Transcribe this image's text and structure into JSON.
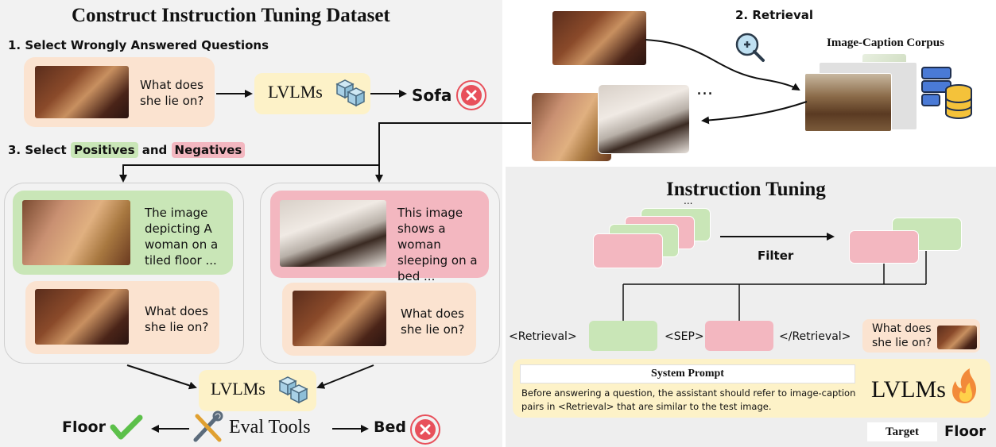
{
  "left": {
    "title": "Construct Instruction Tuning Dataset",
    "step1": "1. Select Wrongly Answered Questions",
    "step3_prefix": "3. Select",
    "step3_positives": "Positives",
    "step3_and": "and",
    "step3_negatives": "Negatives",
    "question": "What does she lie on?",
    "model": "LVLMs",
    "wrong_answer": "Sofa",
    "positive_caption": "The image depicting A woman on a tiled floor ...",
    "negative_caption": "This image shows a woman sleeping on a bed ...",
    "positive_question": "What does she lie on?",
    "negative_question": "What does she lie on?",
    "model2": "LVLMs",
    "eval_tools": "Eval Tools",
    "correct_answer": "Floor",
    "incorrect_answer": "Bed"
  },
  "right_top": {
    "step2": "2. Retrieval",
    "corpus": "Image-Caption Corpus",
    "ellipsis": "..."
  },
  "right_bottom": {
    "title": "Instruction Tuning",
    "ellipsis": "...",
    "filter": "Filter",
    "retrieval_open": "<Retrieval>",
    "sep": "<SEP>",
    "retrieval_close": "</Retrieval>",
    "question": "What does she lie on?",
    "system_prompt_title": "System Prompt",
    "system_prompt_text": "Before answering a question, the assistant should refer to image-caption pairs in <Retrieval> that are similar to the test image.",
    "model": "LVLMs",
    "target_label": "Target",
    "target_value": "Floor"
  },
  "colors": {
    "green": "#c9e6b7",
    "pink": "#f3b7c0",
    "peach": "#fbe3d0",
    "yellow": "#fdf2c8",
    "wrong_red": "#e8505b",
    "check_green": "#5cc04a"
  },
  "icons": [
    "cube-icon",
    "wrong-x-icon",
    "check-icon",
    "magnifier-icon",
    "database-icon",
    "fire-icon",
    "tools-icon"
  ]
}
